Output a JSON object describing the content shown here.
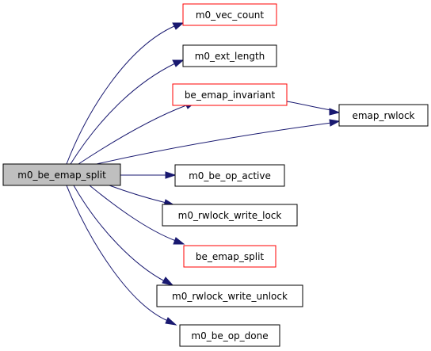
{
  "colors": {
    "edge": "#191970",
    "border_default": "#000000",
    "border_truncated": "#ff0000",
    "root_fill": "#bfbfbf",
    "node_fill": "#ffffff"
  },
  "graph": {
    "root": {
      "label": "m0_be_emap_split"
    },
    "nodes": [
      {
        "id": "m0_vec_count",
        "label": "m0_vec_count",
        "border": "red"
      },
      {
        "id": "m0_ext_length",
        "label": "m0_ext_length",
        "border": "black"
      },
      {
        "id": "be_emap_invariant",
        "label": "be_emap_invariant",
        "border": "red"
      },
      {
        "id": "emap_rwlock",
        "label": "emap_rwlock",
        "border": "black"
      },
      {
        "id": "m0_be_op_active",
        "label": "m0_be_op_active",
        "border": "black"
      },
      {
        "id": "m0_rwlock_write_lock",
        "label": "m0_rwlock_write_lock",
        "border": "black"
      },
      {
        "id": "be_emap_split",
        "label": "be_emap_split",
        "border": "red"
      },
      {
        "id": "m0_rwlock_write_unlock",
        "label": "m0_rwlock_write_unlock",
        "border": "black"
      },
      {
        "id": "m0_be_op_done",
        "label": "m0_be_op_done",
        "border": "black"
      }
    ],
    "edges": [
      {
        "from": "root",
        "to": "m0_vec_count"
      },
      {
        "from": "root",
        "to": "m0_ext_length"
      },
      {
        "from": "root",
        "to": "be_emap_invariant"
      },
      {
        "from": "root",
        "to": "emap_rwlock"
      },
      {
        "from": "root",
        "to": "m0_be_op_active"
      },
      {
        "from": "root",
        "to": "m0_rwlock_write_lock"
      },
      {
        "from": "root",
        "to": "be_emap_split"
      },
      {
        "from": "root",
        "to": "m0_rwlock_write_unlock"
      },
      {
        "from": "root",
        "to": "m0_be_op_done"
      },
      {
        "from": "be_emap_invariant",
        "to": "emap_rwlock"
      }
    ]
  }
}
